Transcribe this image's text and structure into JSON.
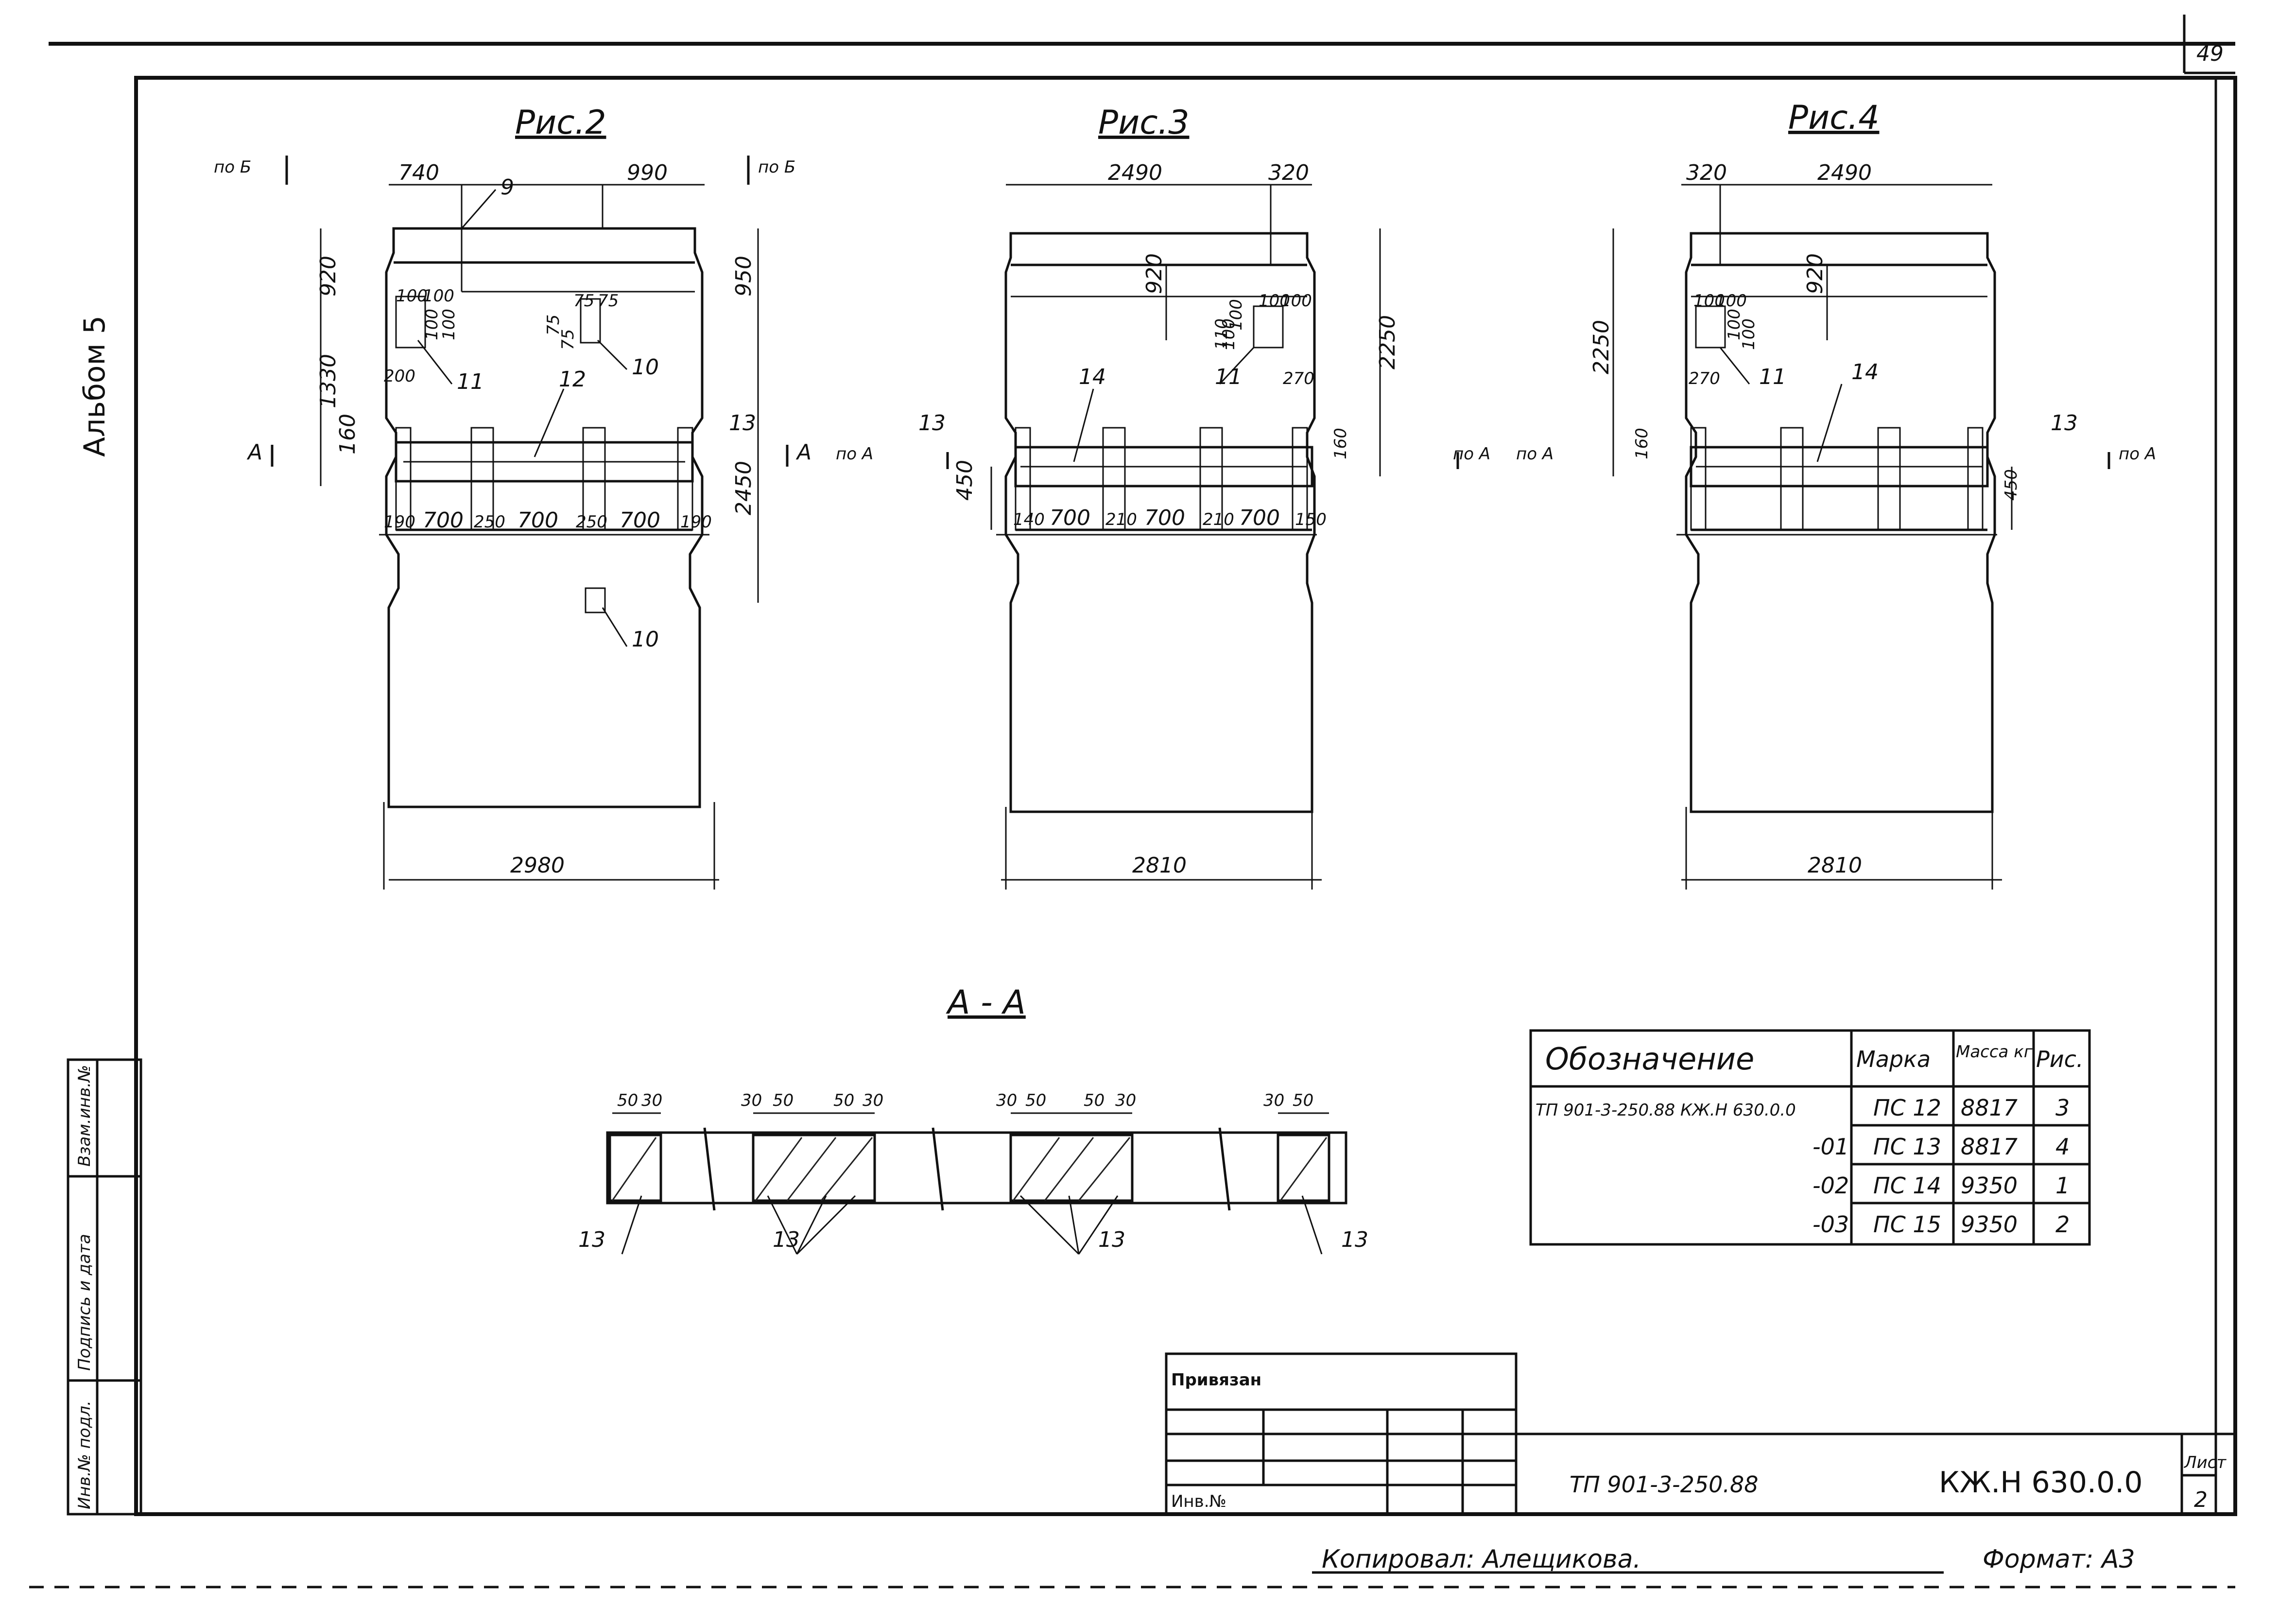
{
  "sheet": {
    "page_number": "49",
    "album": "Альбом 5",
    "copied_by": "Копировал: Алещикова.",
    "format": "Формат: А3",
    "side_stamps": [
      "Инв.№ подл.",
      "Подпись и дата",
      "Взам.инв.№"
    ]
  },
  "fig2": {
    "title": "Рис.2",
    "section_b_left": "по Б",
    "section_b_right": "по Б",
    "section_a_left": "А",
    "section_a_right": "А",
    "top_dims": [
      "740",
      "990"
    ],
    "left_dims": [
      "920",
      "1330",
      "160"
    ],
    "right_dims": [
      "950",
      "2450"
    ],
    "bottom_row": [
      "190",
      "700",
      "250",
      "700",
      "250",
      "700",
      "190"
    ],
    "small_dims": [
      "100",
      "100",
      "100",
      "100",
      "75",
      "75",
      "75",
      "75",
      "200"
    ],
    "width": "2980",
    "callouts": [
      "9",
      "10",
      "11",
      "12",
      "13",
      "10"
    ]
  },
  "fig3": {
    "title": "Рис.3",
    "top_dims": [
      "2490",
      "320"
    ],
    "inner_dim": "920",
    "right_dims": [
      "2250",
      "160"
    ],
    "left_dim": "450",
    "bottom_row": [
      "140",
      "700",
      "210",
      "700",
      "210",
      "700",
      "150"
    ],
    "small_dims": [
      "100",
      "100",
      "100",
      "100",
      "110",
      "270"
    ],
    "width": "2810",
    "callouts": [
      "13",
      "14",
      "11"
    ],
    "section_a": "по А"
  },
  "fig4": {
    "title": "Рис.4",
    "top_dims": [
      "320",
      "2490"
    ],
    "inner_dim": "920",
    "left_dims": [
      "2250",
      "160"
    ],
    "right_dim": "450",
    "small_dims": [
      "100",
      "100",
      "100",
      "100",
      "270"
    ],
    "width": "2810",
    "callouts": [
      "11",
      "14",
      "13"
    ],
    "section_a_left": "по А",
    "section_a_left2": "по А",
    "section_a_right": "по А"
  },
  "section": {
    "title": "А - А",
    "dims": [
      "50",
      "30",
      "30",
      "50",
      "50",
      "30",
      "30",
      "50",
      "50",
      "30",
      "30",
      "50"
    ],
    "callouts": [
      "13",
      "13",
      "13",
      "13"
    ]
  },
  "spec_table": {
    "headers": [
      "Обозначение",
      "Марка",
      "Масса кг",
      "Рис."
    ],
    "rows": [
      [
        "ТП 901-3-250.88 КЖ.Н 630.0.0",
        "ПС 12",
        "8817",
        "3"
      ],
      [
        "-01",
        "ПС 13",
        "8817",
        "4"
      ],
      [
        "-02",
        "ПС 14",
        "9350",
        "1"
      ],
      [
        "-03",
        "ПС 15",
        "9350",
        "2"
      ]
    ]
  },
  "stamp": {
    "bound_label": "Привязан",
    "inv_label": "Инв.№",
    "project_code": "ТП 901-3-250.88",
    "drawing_code": "КЖ.Н 630.0.0",
    "sheet_label": "Лист",
    "sheet_number": "2"
  }
}
